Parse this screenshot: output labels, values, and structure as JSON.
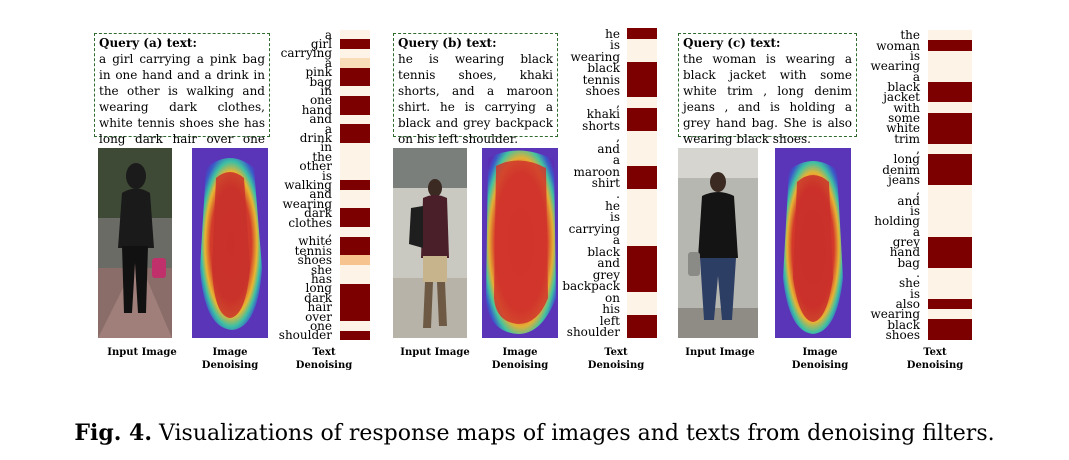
{
  "panels": [
    {
      "id": "a",
      "query_title": "Query (a) text:",
      "query_body": "a girl carrying a pink bag in one hand and a drink in the other is walking and wearing dark clothes, white tennis shoes she has long dark hair over one shoulder",
      "tokens": [
        "a",
        "girl",
        "carrying",
        "a",
        "pink",
        "bag",
        "in",
        "one",
        "hand",
        "and",
        "a",
        "drink",
        "in",
        "the",
        "other",
        "is",
        "walking",
        "and",
        "wearing",
        "dark",
        "clothes",
        ",",
        "white",
        "tennis",
        "shoes",
        "she",
        "has",
        "long",
        "dark",
        "hair",
        "over",
        "one",
        "shoulder"
      ],
      "weights": [
        0,
        1,
        0,
        0.15,
        1,
        1,
        0,
        1,
        1,
        0,
        1,
        1,
        0,
        0,
        0,
        0,
        1,
        0,
        0,
        1,
        1,
        0,
        1,
        1,
        0.3,
        0,
        0,
        1,
        1,
        1,
        1,
        0,
        1
      ]
    },
    {
      "id": "b",
      "query_title": "Query (b) text:",
      "query_body": "he is wearing black tennis shoes, khaki shorts, and a maroon shirt. he is carrying a black and grey backpack on his left shoulder.",
      "tokens": [
        "he",
        "is",
        "wearing",
        "black",
        "tennis",
        "shoes",
        ",",
        "khaki",
        "shorts",
        ",",
        "and",
        "a",
        "maroon",
        "shirt",
        ".",
        "he",
        "is",
        "carrying",
        "a",
        "black",
        "and",
        "grey",
        "backpack",
        "on",
        "his",
        "left",
        "shoulder"
      ],
      "weights": [
        1,
        0,
        0,
        1,
        1,
        1,
        0,
        1,
        1,
        0,
        0,
        0,
        1,
        1,
        0,
        0,
        0,
        0,
        0,
        1,
        1,
        1,
        1,
        0,
        0,
        1,
        1
      ]
    },
    {
      "id": "c",
      "query_title": "Query (c) text:",
      "query_body": "the woman is wearing a black jacket with some white trim , long denim jeans , and is holding a grey hand bag. She is also wearing black shoes.",
      "tokens": [
        "the",
        "woman",
        "is",
        "wearing",
        "a",
        "black",
        "jacket",
        "with",
        "some",
        "white",
        "trim",
        ",",
        "long",
        "denim",
        "jeans",
        ",",
        "and",
        "is",
        "holding",
        "a",
        "grey",
        "hand",
        "bag",
        ".",
        "she",
        "is",
        "also",
        "wearing",
        "black",
        "shoes"
      ],
      "weights": [
        0,
        1,
        0,
        0,
        0,
        1,
        1,
        0,
        1,
        1,
        1,
        0,
        1,
        1,
        1,
        0,
        0,
        0,
        0,
        0,
        1,
        1,
        1,
        0,
        0,
        0,
        1,
        0,
        1,
        1
      ]
    }
  ],
  "labels": {
    "input_image": "Input Image",
    "image_denoising_1": "Image",
    "image_denoising_2": "Denoising",
    "text_denoising_1": "Text",
    "text_denoising_2": "Denoising"
  },
  "caption": {
    "fig": "Fig. 4.",
    "text": " Visualizations of response maps of images and texts from denoising filters."
  },
  "colors": {
    "high": "#7d0000",
    "low": "#fdf3e7",
    "mid": "#f6c38e",
    "query_border": "#2f6b2f"
  }
}
